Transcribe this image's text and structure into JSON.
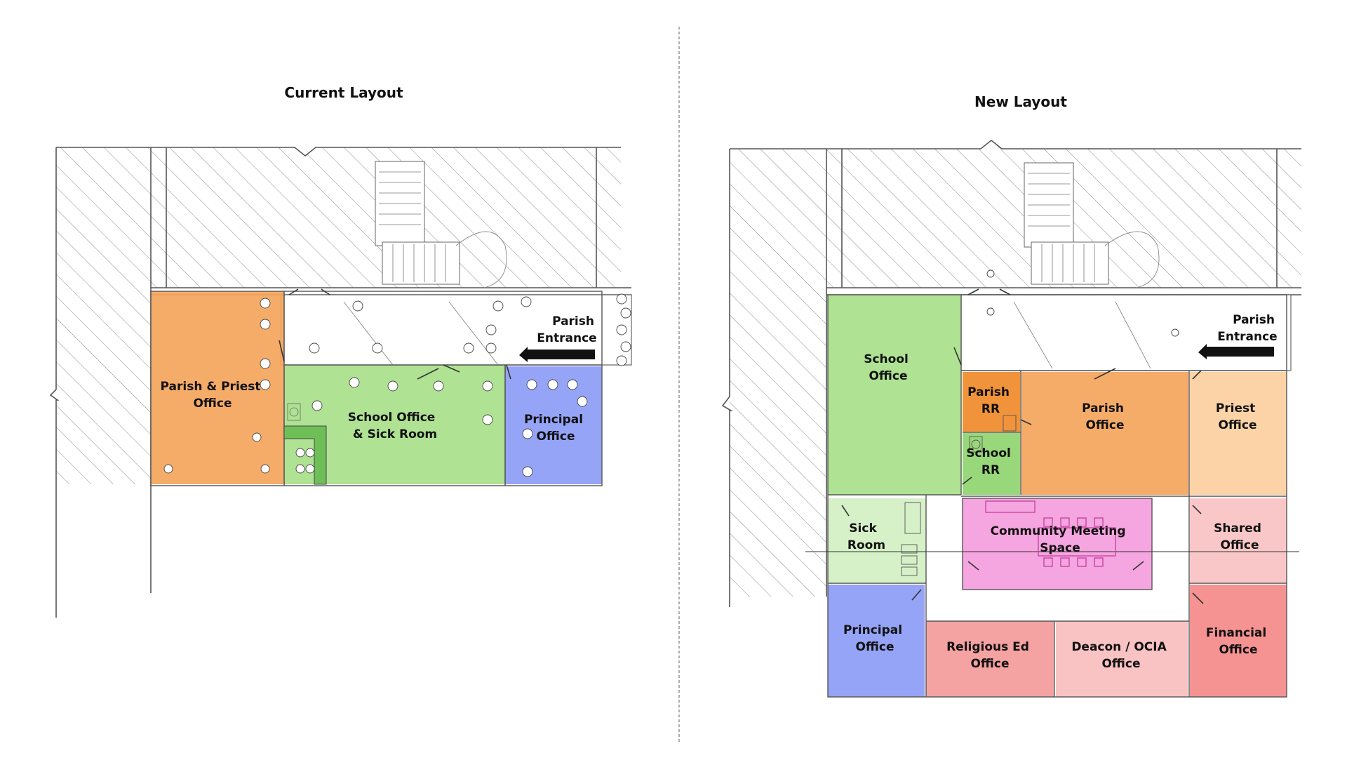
{
  "current": {
    "title": "Current Layout",
    "entrance_label": [
      "Parish",
      "Entrance"
    ],
    "rooms": [
      {
        "name": "parish-priest-office",
        "label": [
          "Parish & Priest",
          "Office"
        ],
        "color": "#f5a55c"
      },
      {
        "name": "school-office-sick-room",
        "label": [
          "School Office",
          "& Sick Room"
        ],
        "color": "#a8e08a"
      },
      {
        "name": "principal-office",
        "label": [
          "Principal",
          "Office"
        ],
        "color": "#8c9cf5"
      }
    ]
  },
  "new": {
    "title": "New Layout",
    "entrance_label": [
      "Parish",
      "Entrance"
    ],
    "rooms": [
      {
        "name": "school-office",
        "label": [
          "School",
          "Office"
        ],
        "color": "#a8e08a"
      },
      {
        "name": "parish-rr",
        "label": [
          "Parish",
          "RR"
        ],
        "color": "#f08a2a"
      },
      {
        "name": "school-rr",
        "label": [
          "School",
          "RR"
        ],
        "color": "#8fd46f"
      },
      {
        "name": "parish-office",
        "label": [
          "Parish",
          "Office"
        ],
        "color": "#f5a55c"
      },
      {
        "name": "priest-office",
        "label": [
          "Priest",
          "Office"
        ],
        "color": "#fbcf9f"
      },
      {
        "name": "sick-room",
        "label": [
          "Sick",
          "Room"
        ],
        "color": "#d4f0c4"
      },
      {
        "name": "community-meeting-space",
        "label": [
          "Community Meeting",
          "Space"
        ],
        "color": "#f49ddc"
      },
      {
        "name": "shared-office",
        "label": [
          "Shared",
          "Office"
        ],
        "color": "#f9c4c4"
      },
      {
        "name": "principal-office-new",
        "label": [
          "Principal",
          "Office"
        ],
        "color": "#8c9cf5"
      },
      {
        "name": "religious-ed-office",
        "label": [
          "Religious Ed",
          "Office"
        ],
        "color": "#f49a9a"
      },
      {
        "name": "deacon-ocia-office",
        "label": [
          "Deacon / OCIA",
          "Office"
        ],
        "color": "#f9c0c0"
      },
      {
        "name": "financial-office",
        "label": [
          "Financial",
          "Office"
        ],
        "color": "#f48a8a"
      }
    ]
  }
}
